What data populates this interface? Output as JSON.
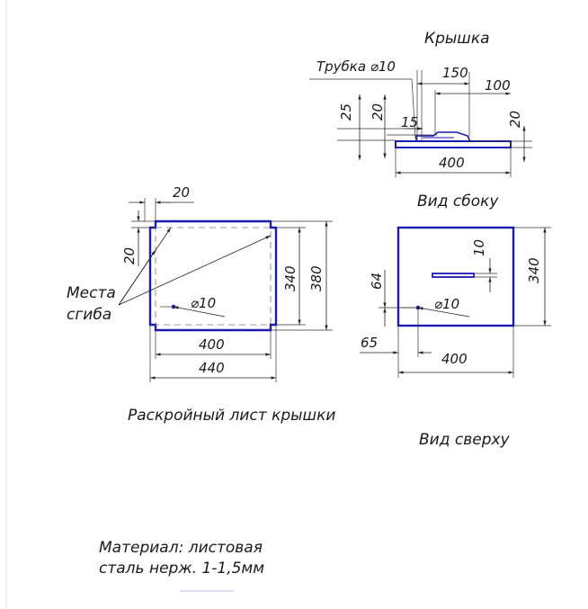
{
  "labels": {
    "lid": "Крышка",
    "pipe": "Трубка ⌀10",
    "side_view": "Вид сбоку",
    "blank_sheet": "Раскройный лист крышки",
    "top_view": "Вид сверху",
    "bend_line1": "Места",
    "bend_line2": "сгиба",
    "material_line1": "Материал: листовая",
    "material_line2": "сталь нерж. 1-1,5мм"
  },
  "dims": {
    "side_150": "150",
    "side_100": "100",
    "side_25": "25",
    "side_20a": "20",
    "side_15": "15",
    "side_20b": "20",
    "side_400": "400",
    "blank_20_top": "20",
    "blank_20_left": "20",
    "blank_340": "340",
    "blank_380": "380",
    "blank_400": "400",
    "blank_440": "440",
    "blank_hole": "⌀10",
    "top_10": "10",
    "top_64": "64",
    "top_65": "65",
    "top_340": "340",
    "top_400": "400",
    "top_hole": "⌀10"
  },
  "colors": {
    "outline": "#1a1ab4",
    "lines": "#222222"
  }
}
